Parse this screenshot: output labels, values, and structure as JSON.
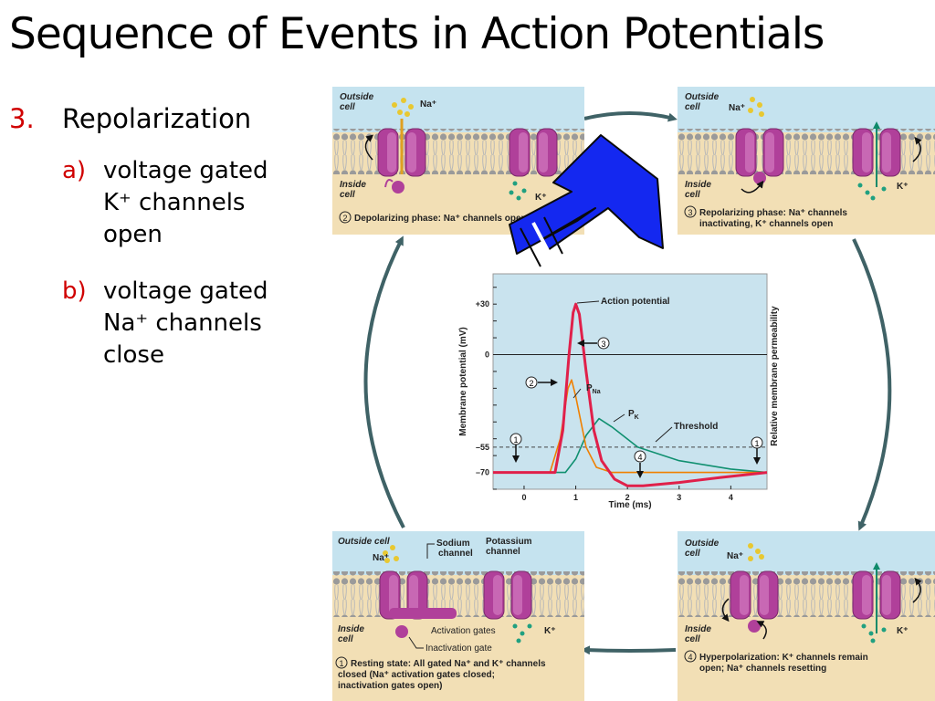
{
  "slide": {
    "title": "Sequence of Events in Action Potentials",
    "bullets": [
      {
        "num": "3.",
        "text": "Repolarization"
      },
      {
        "num": "a)",
        "lines": [
          "voltage gated",
          "K⁺ channels",
          "open"
        ]
      },
      {
        "num": "b)",
        "lines": [
          "voltage gated",
          "Na⁺ channels",
          "close"
        ]
      }
    ]
  },
  "panels": {
    "p2": {
      "outside": [
        "Outside",
        "cell"
      ],
      "inside": [
        "Inside",
        "cell"
      ],
      "na": "Na⁺",
      "k": "K⁺",
      "step": "2",
      "caption": "Depolarizing phase: Na⁺ channels open"
    },
    "p3": {
      "outside": [
        "Outside",
        "cell"
      ],
      "inside": [
        "Inside",
        "cell"
      ],
      "na": "Na⁺",
      "k": "K⁺",
      "step": "3",
      "caption_lines": [
        "Repolarizing phase: Na⁺ channels",
        "inactivating, K⁺ channels open"
      ]
    },
    "p1": {
      "outside": [
        "Outside cell"
      ],
      "inside": [
        "Inside",
        "cell"
      ],
      "na": "Na⁺",
      "k": "K⁺",
      "sodium": [
        "Sodium",
        "channel"
      ],
      "potassium": [
        "Potassium",
        "channel"
      ],
      "activation": "Activation gates",
      "inactivation": "Inactivation gate",
      "step": "1",
      "caption_lines": [
        "Resting state: All gated Na⁺ and K⁺ channels",
        "closed (Na⁺ activation gates closed;",
        "inactivation gates open)"
      ]
    },
    "p4": {
      "outside": [
        "Outside",
        "cell"
      ],
      "inside": [
        "Inside",
        "cell"
      ],
      "na": "Na⁺",
      "k": "K⁺",
      "step": "4",
      "caption_lines": [
        "Hyperpolarization: K⁺ channels remain",
        "open; Na⁺ channels resetting"
      ]
    }
  },
  "chart_data": {
    "type": "line",
    "xlabel": "Time (ms)",
    "ylabel": "Membrane potential (mV)",
    "ylabel_right": "Relative membrane permeability",
    "xlim": [
      -0.6,
      4.7
    ],
    "ylim": [
      -80,
      48
    ],
    "x_ticks": [
      "0",
      "1",
      "2",
      "3",
      "4"
    ],
    "y_ticks": [
      "+30",
      "0",
      "–55",
      "–70"
    ],
    "threshold": -55,
    "zero_line": 0,
    "series": [
      {
        "name": "Action potential",
        "color": "#e0204a",
        "points": [
          [
            -0.6,
            -70
          ],
          [
            0.6,
            -70
          ],
          [
            0.75,
            -45
          ],
          [
            0.87,
            0
          ],
          [
            0.95,
            25
          ],
          [
            1.0,
            30
          ],
          [
            1.07,
            24
          ],
          [
            1.2,
            -10
          ],
          [
            1.35,
            -45
          ],
          [
            1.5,
            -63
          ],
          [
            1.75,
            -74
          ],
          [
            2.0,
            -78
          ],
          [
            2.3,
            -78
          ],
          [
            3.0,
            -76
          ],
          [
            3.8,
            -73
          ],
          [
            4.7,
            -70
          ]
        ]
      },
      {
        "name": "P_Na",
        "color": "#f08000",
        "points": [
          [
            -0.6,
            -70
          ],
          [
            0.5,
            -70
          ],
          [
            0.7,
            -50
          ],
          [
            0.85,
            -20
          ],
          [
            0.92,
            -15
          ],
          [
            1.0,
            -25
          ],
          [
            1.2,
            -55
          ],
          [
            1.4,
            -67
          ],
          [
            1.7,
            -70
          ],
          [
            4.7,
            -70
          ]
        ]
      },
      {
        "name": "P_K",
        "color": "#109070",
        "points": [
          [
            -0.6,
            -70
          ],
          [
            0.8,
            -70
          ],
          [
            1.0,
            -62
          ],
          [
            1.2,
            -48
          ],
          [
            1.45,
            -38
          ],
          [
            1.7,
            -43
          ],
          [
            2.2,
            -55
          ],
          [
            3.0,
            -63
          ],
          [
            4.0,
            -68
          ],
          [
            4.7,
            -70
          ]
        ]
      }
    ],
    "annotations": [
      {
        "label": "Action potential"
      },
      {
        "label": "Threshold"
      },
      {
        "step": "1"
      },
      {
        "step": "2"
      },
      {
        "step": "3"
      },
      {
        "step": "4"
      },
      {
        "step": "1"
      }
    ],
    "pna_label": {
      "p": "P",
      "sub": "Na"
    },
    "pk_label": {
      "p": "P",
      "sub": "K"
    }
  },
  "colors": {
    "cell_outside": "#c5e3ef",
    "cell_inside": "#f2dfb5",
    "channel": "#b0409a",
    "cycle_arrow": "#3f6266",
    "big_arrow": "#1428f0",
    "bullet_num": "#d00000"
  }
}
